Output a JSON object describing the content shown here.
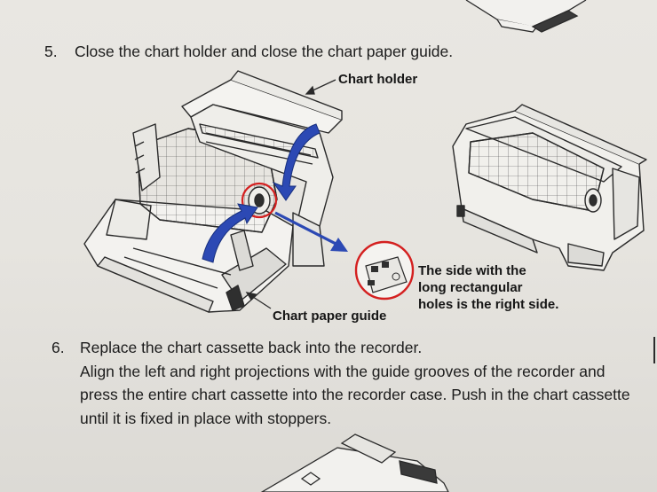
{
  "steps": [
    {
      "number": "5.",
      "lines": [
        "Close the chart holder and close the chart paper guide."
      ]
    },
    {
      "number": "6.",
      "lines": [
        "Replace the chart cassette back into the recorder.",
        "Align the left and right projections with the guide grooves of the recorder and",
        "press the entire chart cassette into the recorder case. Push in the chart cassette",
        "until it is fixed in place with stoppers."
      ]
    }
  ],
  "callouts": {
    "chart_holder": "Chart holder",
    "chart_paper_guide": "Chart paper guide",
    "side_note": [
      "The side with the",
      "long rectangular",
      "holes is the right side."
    ]
  },
  "colors": {
    "arrow_blue": "#2c49b4",
    "highlight_red": "#d42020",
    "line_art": "#2a2a2a"
  },
  "icons": [
    "curved-arrow-icon",
    "detail-zoom-arrow-icon",
    "magnifier-circle-icon"
  ]
}
